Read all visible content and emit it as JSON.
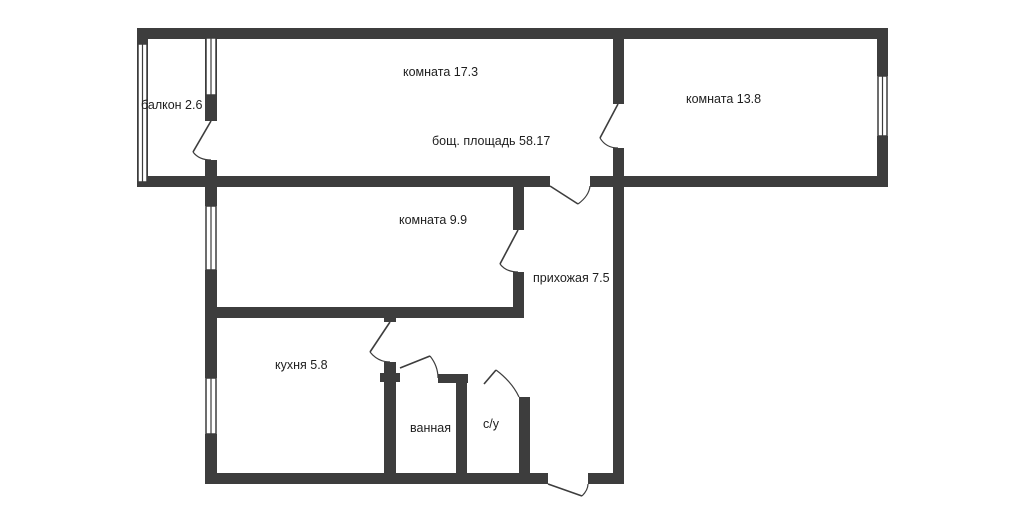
{
  "plan": {
    "labels": {
      "balcony": "балкон 2.6",
      "room_17": "комната 17.3",
      "room_13": "комната 13.8",
      "total_area": "бощ. площадь 58.17",
      "room_9": "комната 9.9",
      "hallway": "прихожая 7.5",
      "kitchen": "кухня 5.8",
      "bathroom": "ванная",
      "toilet": "с/у"
    },
    "colors": {
      "wall": "#3d3d3d",
      "background": "#ffffff",
      "text": "#1e1e1e"
    }
  }
}
